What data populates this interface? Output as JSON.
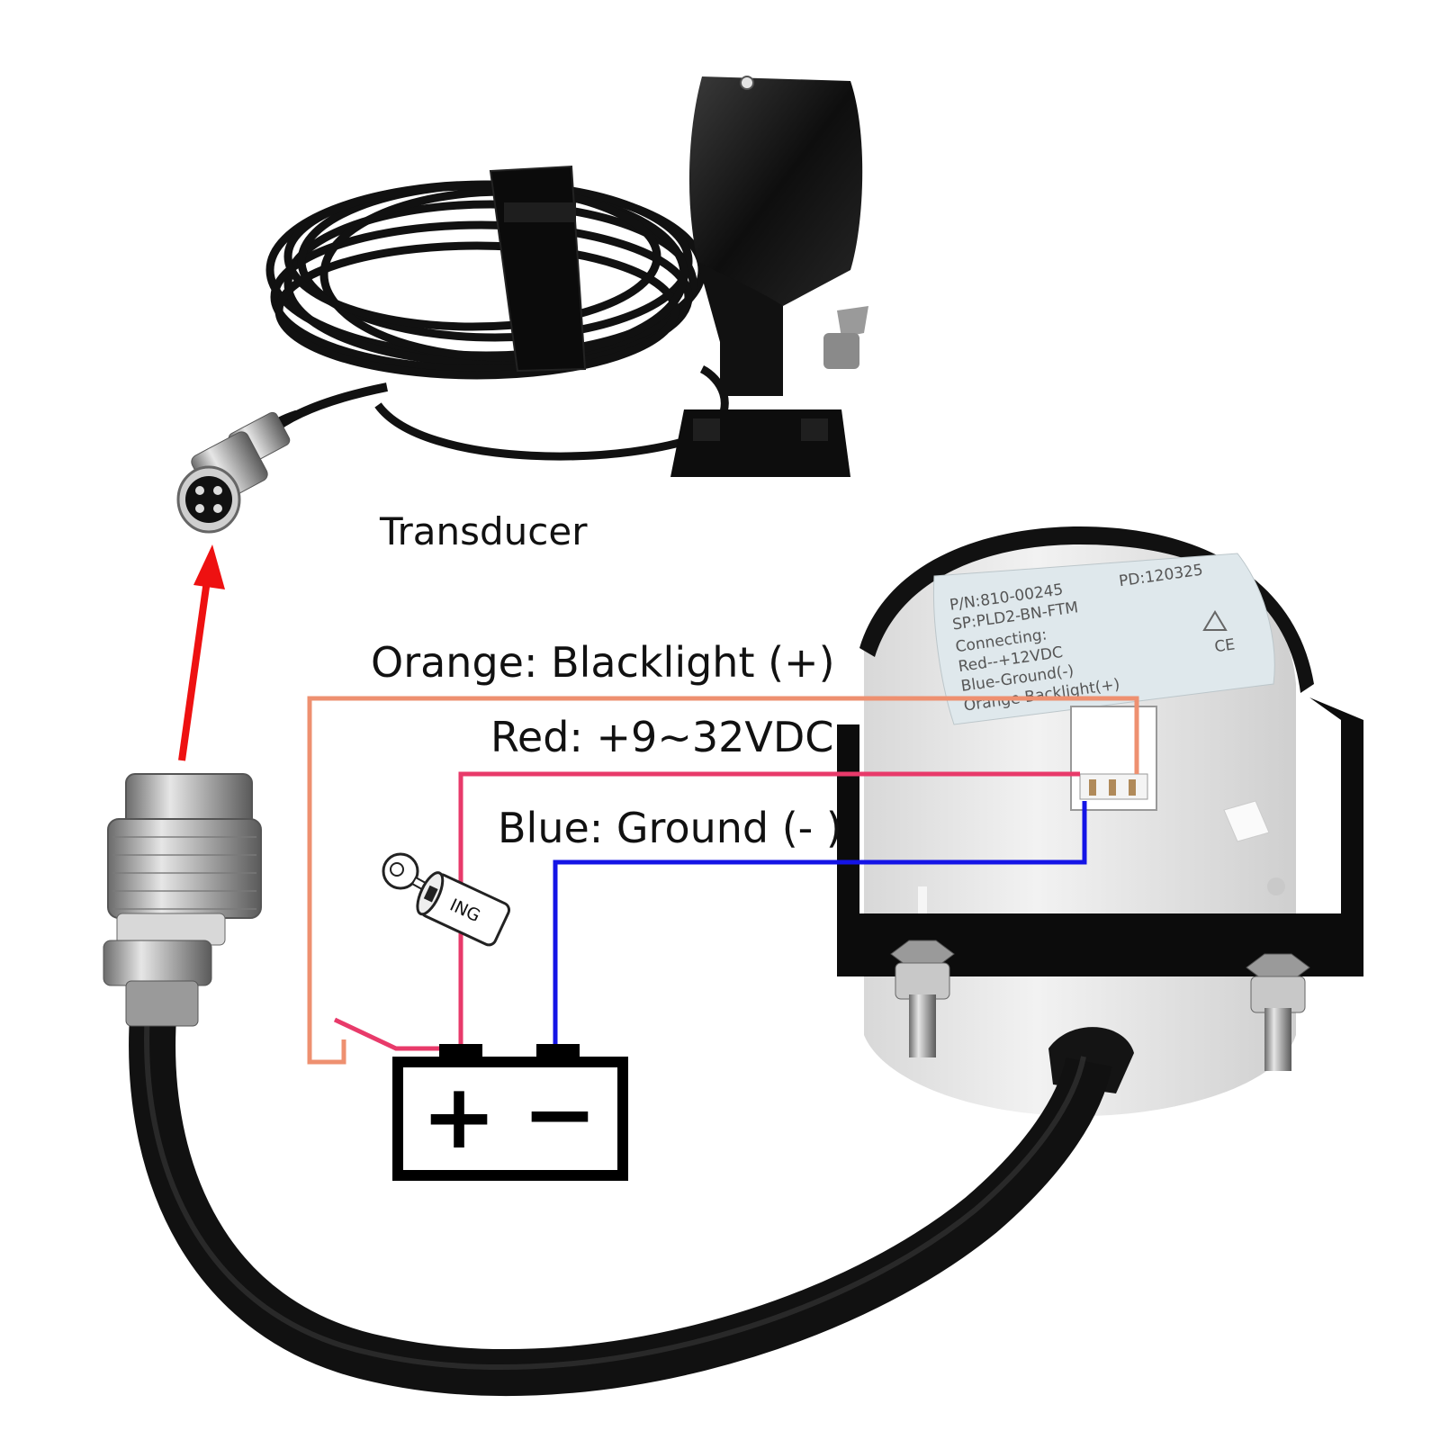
{
  "labels": {
    "transducer": "Transducer",
    "orange_wire": "Orange: Blacklight (+)",
    "red_wire": "Red: +9~32VDC",
    "blue_wire": "Blue: Ground (- )"
  },
  "sticker": {
    "part_number": "P/N:810-00245",
    "sp": "SP:PLD2-BN-FTM",
    "pd": "PD:120325",
    "connecting": "Connecting:",
    "red_line": "Red--+12VDC",
    "blue_line": "Blue-Ground(-)",
    "orange_line": "Orange-Backlight(+)",
    "ce_mark": "CE"
  },
  "ignition": {
    "label": "ING"
  },
  "battery": {
    "plus": "+",
    "minus": "−"
  },
  "colors": {
    "orange_wire": "#EE9070",
    "red_wire": "#E83A6A",
    "blue_wire": "#1414E6",
    "arrow": "#EE1111",
    "battery": "#000000",
    "cable": "#1a1a1a"
  }
}
